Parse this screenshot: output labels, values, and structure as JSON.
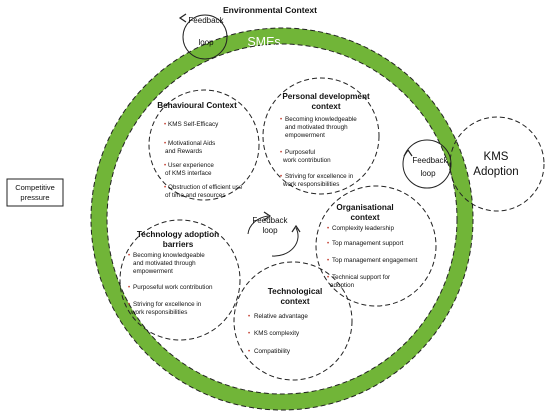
{
  "diagram": {
    "environmental_context": "Environmental Context",
    "smes": "SMEs",
    "competitive_pressure": [
      "Competitive",
      "pressure"
    ],
    "kms_adoption": [
      "KMS",
      "Adoption"
    ],
    "feedback_loops": {
      "top": [
        "Feedback",
        "loop"
      ],
      "right": [
        "Feedback",
        "loop"
      ],
      "center": [
        "Feedback",
        "loop"
      ]
    },
    "behavioural": {
      "title": [
        "Behavioural Context"
      ],
      "items": [
        [
          "KMS Self-Efficacy"
        ],
        [
          "Motivational Aids",
          "and Rewards"
        ],
        [
          "User experience",
          "of KMS interface"
        ],
        [
          "Obstruction of efficient use",
          "of time and resources"
        ]
      ]
    },
    "personal_development": {
      "title": [
        "Personal development",
        "context"
      ],
      "items": [
        [
          "Becoming knowledgeable",
          "and motivated through",
          "empowerment"
        ],
        [
          "Purposeful",
          "work contribution"
        ],
        [
          "Striving for excellence in",
          "work responsibilities"
        ]
      ]
    },
    "organisational": {
      "title": [
        "Organisational",
        "context"
      ],
      "items": [
        [
          "Complexity leadership"
        ],
        [
          "Top management support"
        ],
        [
          "Top management engagement"
        ],
        [
          "Technical support for",
          "adoption"
        ]
      ]
    },
    "technology_barriers": {
      "title": [
        "Technology adoption",
        "barriers"
      ],
      "items": [
        [
          "Becoming knowledgeable",
          "and motivated through",
          "empowerment"
        ],
        [
          "Purposeful  work contribution"
        ],
        [
          "Striving for excellence in",
          "work responsibilities"
        ]
      ]
    },
    "technological": {
      "title": [
        "Technological",
        "context"
      ],
      "items": [
        [
          "Relative advantage"
        ],
        [
          "KMS complexity"
        ],
        [
          "Compatibility"
        ]
      ]
    }
  },
  "colors": {
    "ring": "#71b538",
    "stroke": "#222222"
  }
}
